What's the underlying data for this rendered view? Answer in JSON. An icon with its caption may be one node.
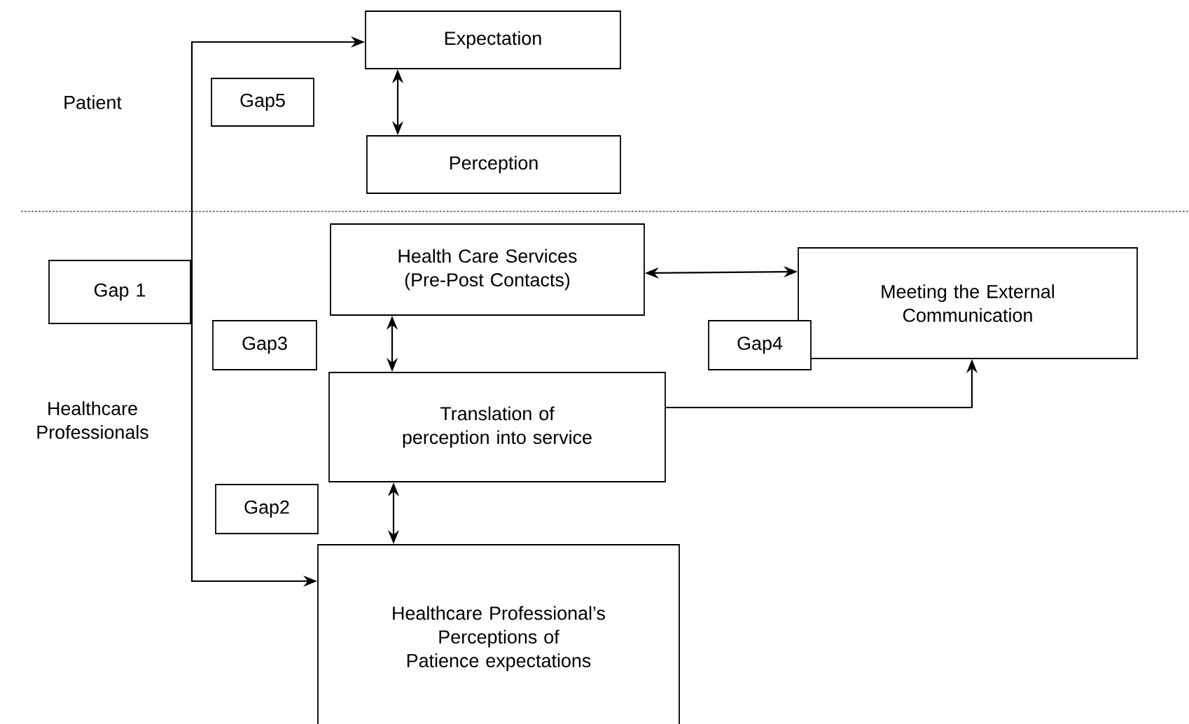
{
  "diagram": {
    "nodes": [
      {
        "text": [
          "Expectation"
        ]
      },
      {
        "text": [
          "Perception"
        ]
      },
      {
        "text": [
          "Gap5"
        ]
      },
      {
        "text": [
          "Gap 1"
        ]
      },
      {
        "text": [
          "Health Care Services (Pre-Post Contacts)"
        ]
      },
      {
        "text": [
          "Gap3"
        ]
      },
      {
        "text": [
          "Meeting the External Communication"
        ]
      },
      {
        "text": [
          "Gap4"
        ]
      },
      {
        "text": [
          "Translation of perception into service"
        ]
      },
      {
        "text": [
          "Gap2"
        ]
      },
      {
        "text": [
          "Healthcare Professional’s Perceptions of Patience expectations"
        ]
      }
    ],
    "edges": [
      {
        "from": 0,
        "to": 1,
        "arrow": "both"
      },
      {
        "from": 4,
        "to": 6,
        "arrow": "both"
      },
      {
        "from": 4,
        "to": 8,
        "arrow": "both"
      },
      {
        "from": 8,
        "to": 10,
        "arrow": "both"
      },
      {
        "from": 8,
        "to": 6,
        "arrow": "to"
      },
      {
        "from": 10,
        "to": 0,
        "arrow": "both"
      }
    ],
    "labels": [
      "Patient",
      "Healthcare Professionals"
    ]
  }
}
